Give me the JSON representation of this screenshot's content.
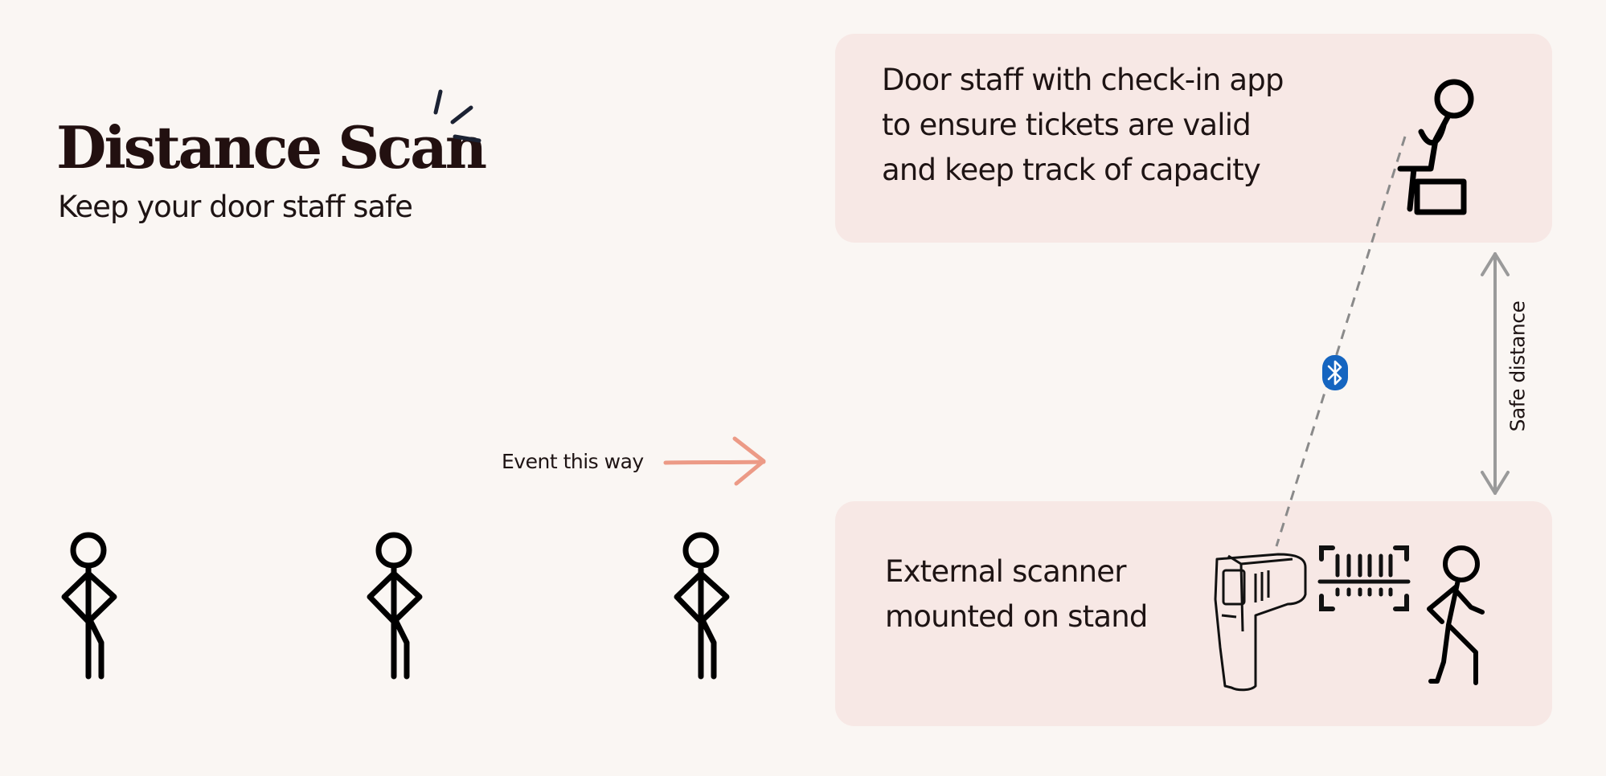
{
  "title": "Distance Scan",
  "subtitle": "Keep your door staff safe",
  "card_top": {
    "text": "Door staff with check-in app\nto ensure tickets are valid\nand keep track of capacity"
  },
  "card_bottom": {
    "text": "External scanner\nmounted on stand"
  },
  "event_direction": "Event this way",
  "safe_distance": "Safe distance",
  "colors": {
    "background": "#faf6f3",
    "card": "#f7e8e5",
    "arrow_accent": "#ec9a86",
    "bluetooth": "#1565c0",
    "distance_arrow": "#9a9a9a"
  },
  "icons": [
    "sparkle-icon",
    "stick-figure-icon",
    "seated-staff-icon",
    "bluetooth-icon",
    "handheld-scanner-icon",
    "barcode-icon",
    "walking-person-icon"
  ]
}
